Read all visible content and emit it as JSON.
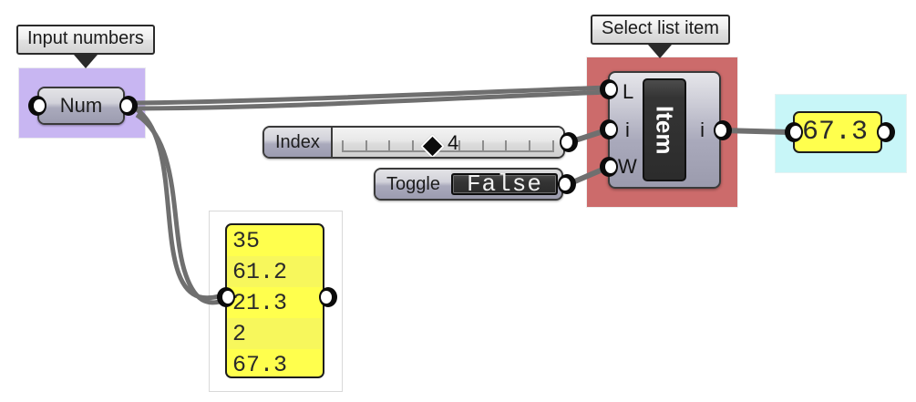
{
  "groups": {
    "input_numbers": {
      "callout": "Input numbers",
      "color": "#c8b6f2"
    },
    "select_list_item": {
      "callout": "Select list item",
      "color": "#cc6b6b"
    },
    "result": {
      "color": "#c8f6f8"
    },
    "list_panel_frame": {
      "color": "#ffffff"
    }
  },
  "widgets": {
    "num_param": {
      "label": "Num"
    },
    "index_slider": {
      "label": "Index",
      "value": "4",
      "tick_count": 9
    },
    "toggle": {
      "label": "Toggle",
      "value": "False"
    }
  },
  "component": {
    "name": "Item",
    "inputs": [
      {
        "short": "L",
        "name": "list-input"
      },
      {
        "short": "i",
        "name": "index-input"
      },
      {
        "short": "W",
        "name": "wrap-input"
      }
    ],
    "outputs": [
      {
        "short": "i",
        "name": "item-output"
      }
    ]
  },
  "panels": {
    "list_values": [
      "35",
      "61.2",
      "21.3",
      "2",
      "67.3"
    ],
    "result_value": "67.3"
  },
  "colors": {
    "wire": "#6f6f6f",
    "panel_yellow": "#ffff4d",
    "panel_yellow_alt": "#f7f75c",
    "component_red": "#cc6b6b",
    "group_purple": "#c8b6f2",
    "result_cyan": "#c8f6f8"
  }
}
